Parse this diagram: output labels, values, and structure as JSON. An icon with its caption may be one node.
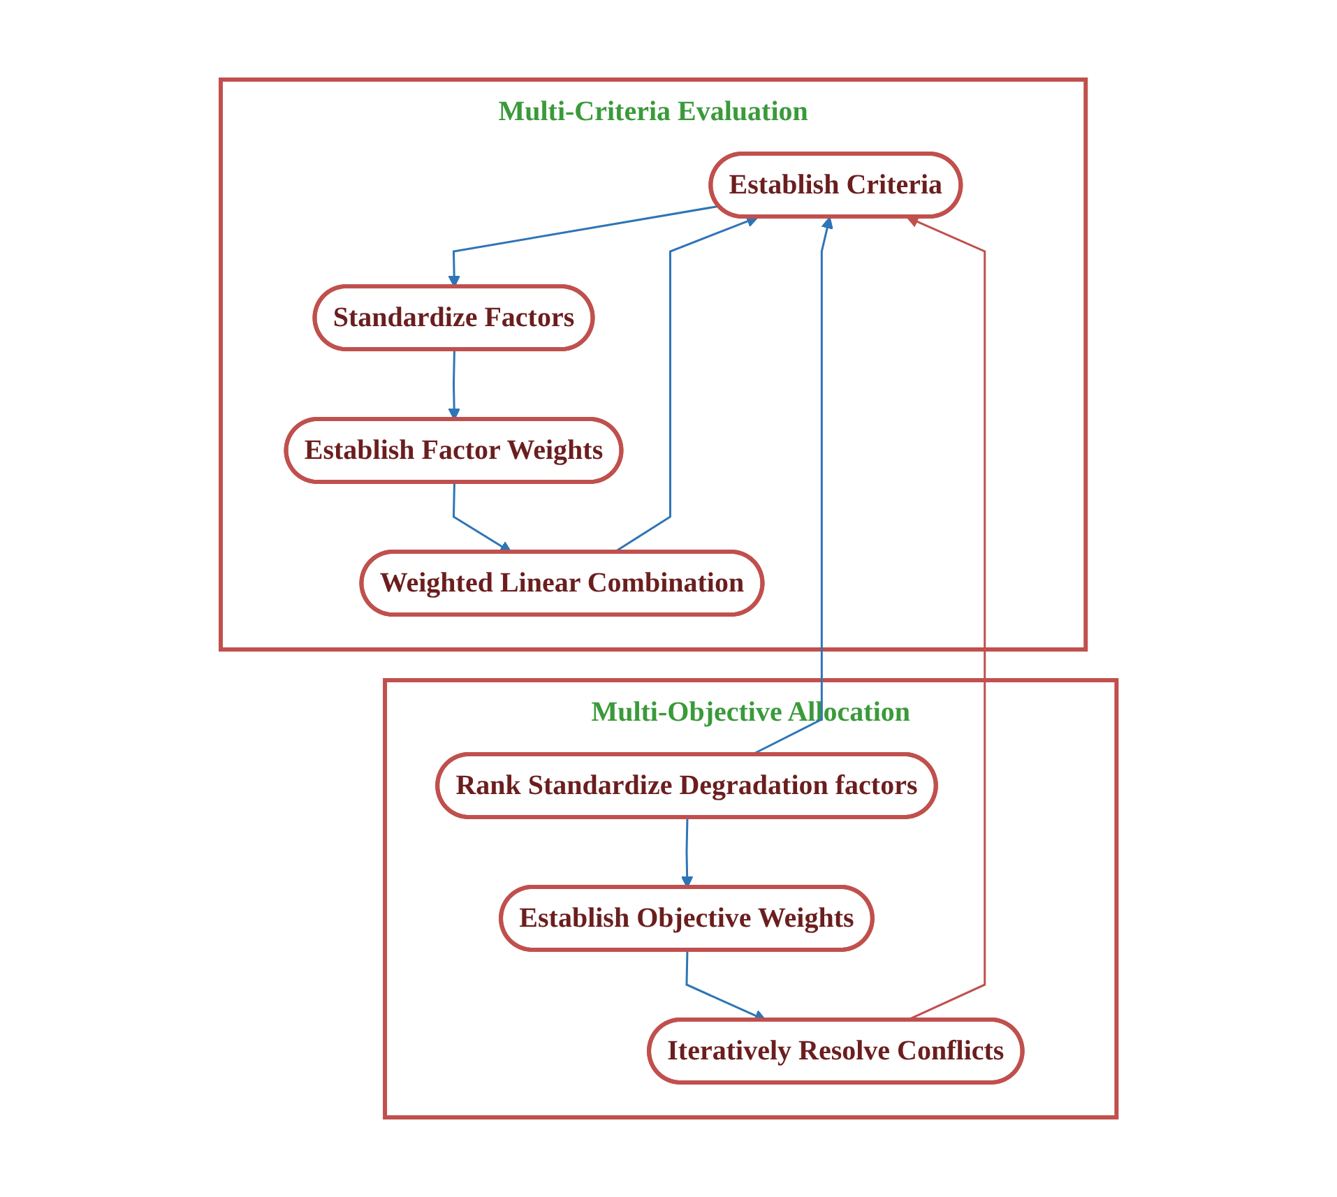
{
  "diagram": {
    "nodes": [
      {
        "text": [
          "Multi-Criteria Evaluation"
        ]
      },
      {
        "text": [
          "Establish Criteria"
        ],
        "in": 0
      },
      {
        "text": [
          "Standardize Factors"
        ],
        "in": 0
      },
      {
        "text": [
          "Establish Factor Weights"
        ],
        "in": 0
      },
      {
        "text": [
          "Weighted Linear Combination"
        ],
        "in": 0
      },
      {
        "text": [
          "Multi-Objective Allocation"
        ]
      },
      {
        "text": [
          "Rank Standardize Degradation factors"
        ],
        "in": 5
      },
      {
        "text": [
          "Establish Objective Weights"
        ],
        "in": 5
      },
      {
        "text": [
          "Iteratively Resolve Conflicts"
        ],
        "in": 5
      }
    ],
    "edges": [
      {
        "from": 1,
        "to": 2,
        "arrow": "to"
      },
      {
        "from": 2,
        "to": 3,
        "arrow": "to"
      },
      {
        "from": 3,
        "to": 4,
        "arrow": "to"
      },
      {
        "from": 4,
        "to": 1,
        "arrow": "to"
      },
      {
        "from": 6,
        "to": 1,
        "arrow": "to"
      },
      {
        "from": 6,
        "to": 7,
        "arrow": "to"
      },
      {
        "from": 7,
        "to": 8,
        "arrow": "to"
      },
      {
        "from": 8,
        "to": 1,
        "arrow": "to",
        "color": "#c0504d"
      }
    ]
  }
}
